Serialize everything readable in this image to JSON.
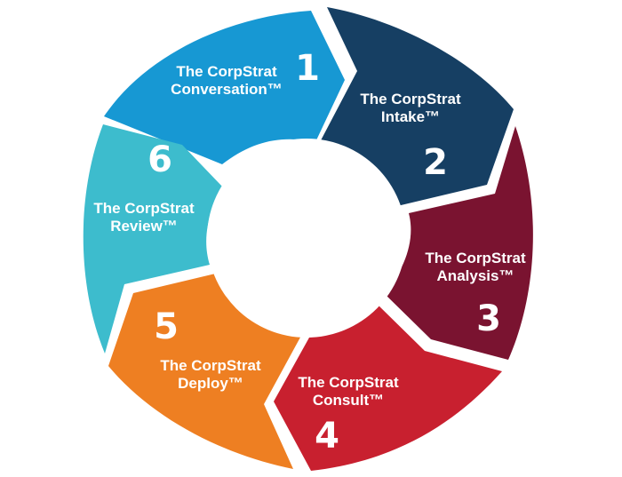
{
  "diagram": {
    "type": "cycle",
    "segments": [
      {
        "number": "1",
        "line1": "The CorpStrat",
        "line2": "Conversation™",
        "color": "#1798d3"
      },
      {
        "number": "2",
        "line1": "The CorpStrat",
        "line2": "Intake™",
        "color": "#163f63"
      },
      {
        "number": "3",
        "line1": "The CorpStrat",
        "line2": "Analysis™",
        "color": "#7a1330"
      },
      {
        "number": "4",
        "line1": "The CorpStrat",
        "line2": "Consult™",
        "color": "#c8202f"
      },
      {
        "number": "5",
        "line1": "The CorpStrat",
        "line2": "Deploy™",
        "color": "#ee7f22"
      },
      {
        "number": "6",
        "line1": "The CorpStrat",
        "line2": "Review™",
        "color": "#3dbccd"
      }
    ]
  }
}
